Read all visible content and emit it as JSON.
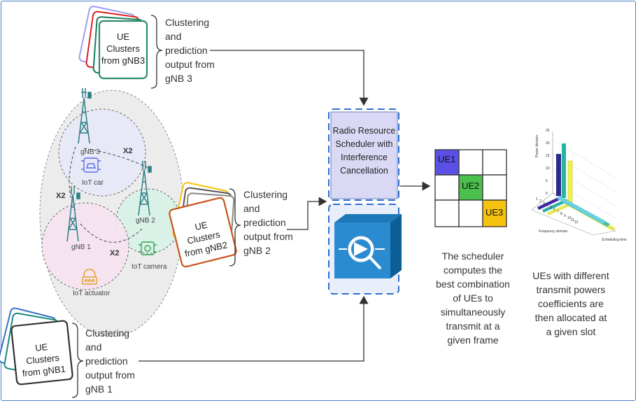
{
  "gnb3_output": {
    "line1": "Clustering",
    "line2": "and",
    "line3": "prediction",
    "line4": "output from",
    "line5": "gNB 3"
  },
  "gnb2_output": {
    "line1": "Clustering",
    "line2": "and",
    "line3": "prediction",
    "line4": "output from",
    "line5": "gNB 2"
  },
  "gnb1_output": {
    "line1": "Clustering",
    "line2": "and",
    "line3": "prediction",
    "line4": "output from",
    "line5": "gNB 1"
  },
  "cards": {
    "gnb3": {
      "l1": "UE",
      "l2": "Clusters",
      "l3": "from gNB3"
    },
    "gnb2": {
      "l1": "UE",
      "l2": "Clusters",
      "l3": "from gNB2"
    },
    "gnb1": {
      "l1": "UE",
      "l2": "Clusters",
      "l3": "from gNB1"
    }
  },
  "network": {
    "gnb3_label": "gNB 3",
    "gnb2_label": "gNB 2",
    "gnb1_label": "gNB 1",
    "iot_car": "IoT car",
    "iot_camera": "IoT camera",
    "iot_actuator": "IoT actuator",
    "x2_top": "X2",
    "x2_left": "X2",
    "x2_bottom": "X2"
  },
  "scheduler": {
    "l1": "Radio Resource",
    "l2": "Scheduler with",
    "l3": "Interference",
    "l4": "Cancellation"
  },
  "grid": {
    "ue1": "UE1",
    "ue2": "UE2",
    "ue3": "UE3"
  },
  "scheduler_caption": {
    "l1": "The scheduler",
    "l2": "computes the",
    "l3": "best combination",
    "l4": "of UEs to",
    "l5": "simultaneously",
    "l6": "transmit at a",
    "l7": "given frame"
  },
  "power_caption": {
    "l1": "UEs with different",
    "l2": "transmit powers",
    "l3": "coefficients are",
    "l4": "then allocated at",
    "l5": "a given slot"
  },
  "mini_chart": {
    "ylabel": "Power domain",
    "xlabel": "Frequency domain",
    "zlabel": "Scheduling time",
    "yticks": [
      "25",
      "20",
      "15",
      "10",
      "5",
      "0"
    ],
    "xticks": [
      "1",
      "2",
      "3",
      "4",
      "5",
      "6",
      "7",
      "8",
      "9",
      "10",
      "11",
      "12"
    ]
  },
  "colors": {
    "frame": "#4a7fc1",
    "ue1": "#5b50e6",
    "ue2": "#4cc04c",
    "ue3": "#f5c20f",
    "scheduler_bg": "#d9d9f5",
    "dashed_border": "#2f6fce"
  }
}
